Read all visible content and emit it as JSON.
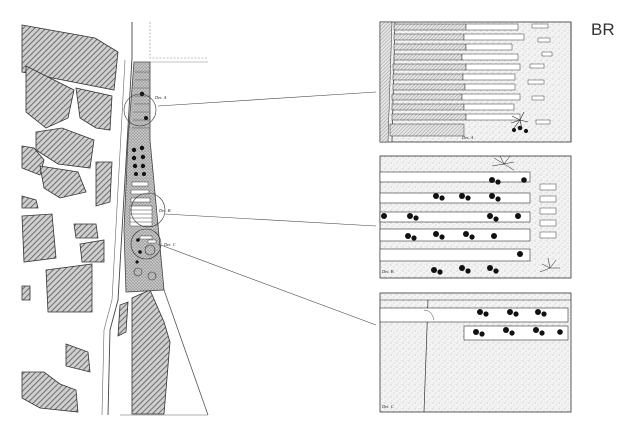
{
  "corner_label": "BR",
  "callouts": {
    "a": "Det. A",
    "b": "Det. B",
    "c": "Det. C"
  },
  "detail_labels": {
    "a": "Det. A",
    "b": "Det. B",
    "c": "Det. C"
  }
}
